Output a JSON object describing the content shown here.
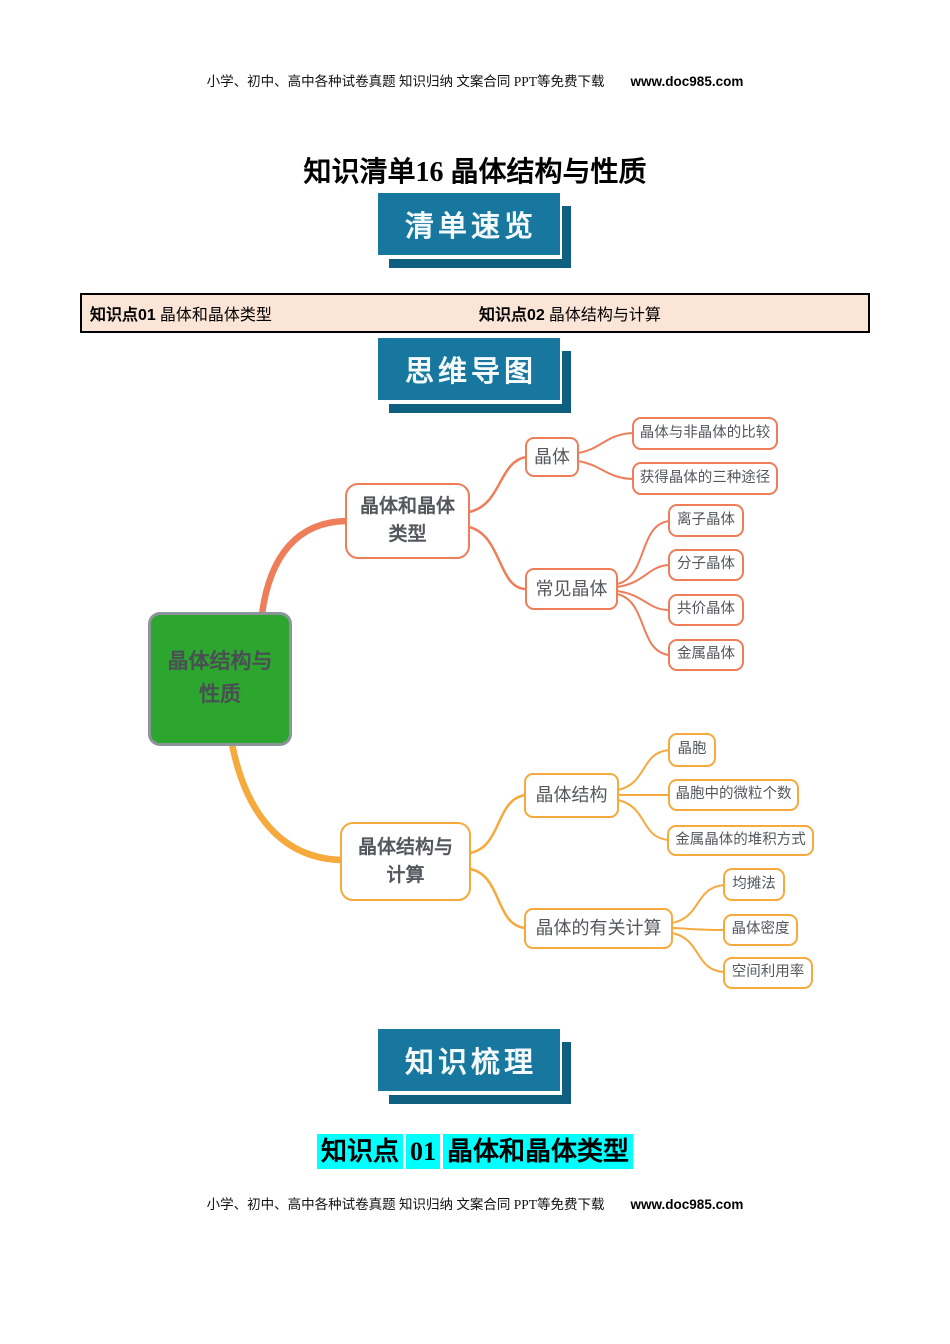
{
  "page": {
    "header_text": "小学、初中、高中各种试卷真题  知识归纳  文案合同  PPT等免费下载",
    "site_url": "www.doc985.com",
    "title": "知识清单16  晶体结构与性质",
    "banners": {
      "overview": "清单速览",
      "mindmap": "思维导图",
      "knowledge": "知识梳理"
    },
    "toc": [
      {
        "label": "知识点01",
        "title": "晶体和晶体类型"
      },
      {
        "label": "知识点02",
        "title": "晶体结构与计算"
      }
    ],
    "section_heading": {
      "label": "知识点",
      "number": "01",
      "title": "晶体和晶体类型"
    }
  },
  "mindmap": {
    "root": "晶体结构与性质",
    "b1": "晶体和晶体类型",
    "b1_1": "晶体",
    "b1_1_1": "晶体与非晶体的比较",
    "b1_1_2": "获得晶体的三种途径",
    "b1_2": "常见晶体",
    "b1_2_1": "离子晶体",
    "b1_2_2": "分子晶体",
    "b1_2_3": "共价晶体",
    "b1_2_4": "金属晶体",
    "b2": "晶体结构与计算",
    "b2_1": "晶体结构",
    "b2_1_1": "晶胞",
    "b2_1_2": "晶胞中的微粒个数",
    "b2_1_3": "金属晶体的堆积方式",
    "b2_2": "晶体的有关计算",
    "b2_2_1": "均摊法",
    "b2_2_2": "晶体密度",
    "b2_2_3": "空间利用率"
  },
  "colors": {
    "banner_teal": "#17779E",
    "banner_shadow": "#0E5F80",
    "toc_bg": "#FBE5D6",
    "root_green": "#2CA62F",
    "root_border_gray": "#8C9499",
    "branch1_salmon": "#EE7D5A",
    "branch2_orange": "#F6A93C",
    "heading_highlight": "#00FFFF",
    "node_text": "#54585D"
  }
}
